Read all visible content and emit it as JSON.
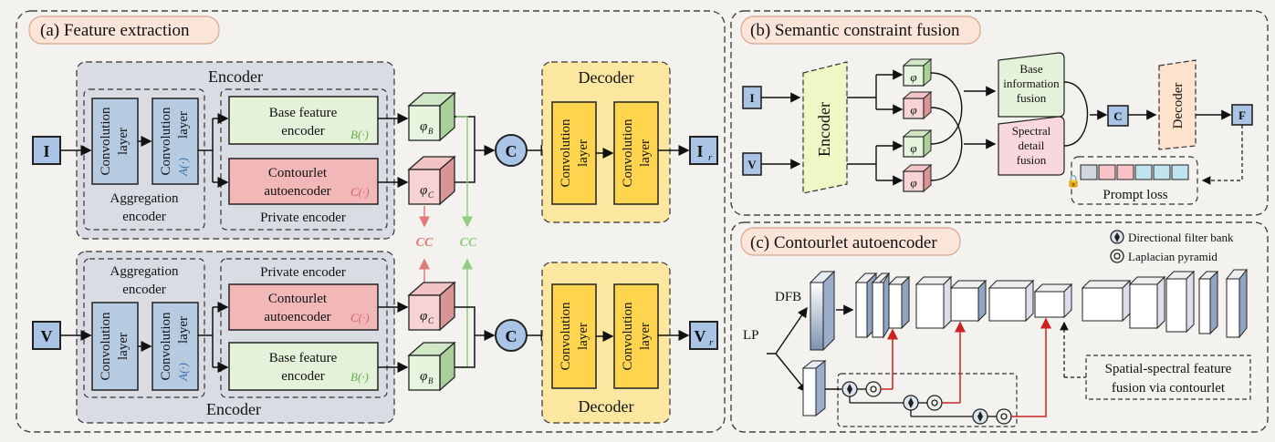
{
  "panels": {
    "a_title": "(a) Feature extraction",
    "b_title": "(b) Semantic constraint fusion",
    "c_title": "(c) Contourlet autoencoder"
  },
  "feature_extraction": {
    "encoder_label_top": "Encoder",
    "encoder_label_bottom": "Encoder",
    "decoder_label_top": "Decoder",
    "decoder_label_bottom": "Decoder",
    "input_I": "I",
    "input_V": "V",
    "output_Ir": "I",
    "output_Ir_sub": "r",
    "output_Vr": "V",
    "output_Vr_sub": "r",
    "conv_label_a": "Convolution",
    "conv_label_b": "layer",
    "aggregation_a": "Aggregation",
    "aggregation_b": "encoder",
    "private_encoder": "Private encoder",
    "base_feature_a": "Base feature",
    "base_feature_b": "encoder",
    "contourlet_a": "Contourlet",
    "contourlet_b": "autoencoder",
    "func_A": "A(·)",
    "func_B_top": "B(·)",
    "func_C_top": "C(·)",
    "func_B_bottom": "B(·)",
    "func_C_bottom": "C(·)",
    "phi_B": "φ",
    "phi_C": "φ",
    "sub_B": "B",
    "sub_C": "C",
    "concat": "C",
    "cc_red": "CC",
    "cc_green": "CC"
  },
  "semantic_fusion": {
    "input_I": "I",
    "input_V": "V",
    "encoder": "Encoder",
    "decoder": "Decoder",
    "phi": "φ",
    "base_info_a": "Base",
    "base_info_b": "information",
    "base_info_c": "fusion",
    "spectral_a": "Spectral",
    "spectral_b": "detail",
    "spectral_c": "fusion",
    "concat": "C",
    "output_F": "F",
    "prompt_loss": "Prompt loss"
  },
  "contourlet": {
    "legend_dfb": "Directional filter bank",
    "legend_lp": "Laplacian pyramid",
    "dfb": "DFB",
    "lp": "LP",
    "fusion_a": "Spatial-spectral feature",
    "fusion_b": "fusion via contourlet"
  },
  "colors": {
    "input_box": "#a9c4e4",
    "conv_blue": "#b7cbe0",
    "base_green": "#e3f2d8",
    "contour_red": "#f2b8b8",
    "decoder_yellow": "#fbe7a0",
    "conv_yellow": "#ffd54f",
    "panel_title_bg": "#fbe4d8"
  }
}
